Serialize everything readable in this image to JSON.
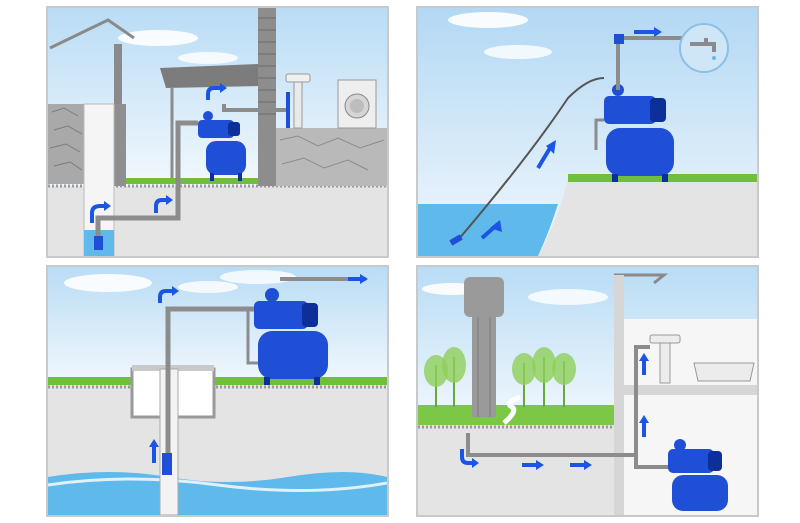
{
  "panels": [
    {
      "scene": "well-to-house-supply"
    },
    {
      "scene": "lake-to-tap-supply"
    },
    {
      "scene": "borehole-supply"
    },
    {
      "scene": "water-tower-mains-boost"
    }
  ],
  "colors": {
    "sky_top": "#cfe6f7",
    "sky_bottom": "#eef6fc",
    "ground": "#e6e6e6",
    "soil_edge": "#9a9a9a",
    "grass": "#6fbf3c",
    "pump_blue": "#1f4fd6",
    "pump_dark": "#0d2f9a",
    "pipe": "#8c8c8c",
    "arrow_blue": "#1a55e3",
    "water": "#5fb9ea",
    "stone": "#bdbdbd"
  },
  "icons": [
    "pump-icon",
    "pressure-tank-icon",
    "faucet-icon",
    "washing-machine-icon",
    "sink-icon",
    "bathtub-icon",
    "water-tower-icon",
    "tree-icon",
    "flow-arrow-icon"
  ]
}
